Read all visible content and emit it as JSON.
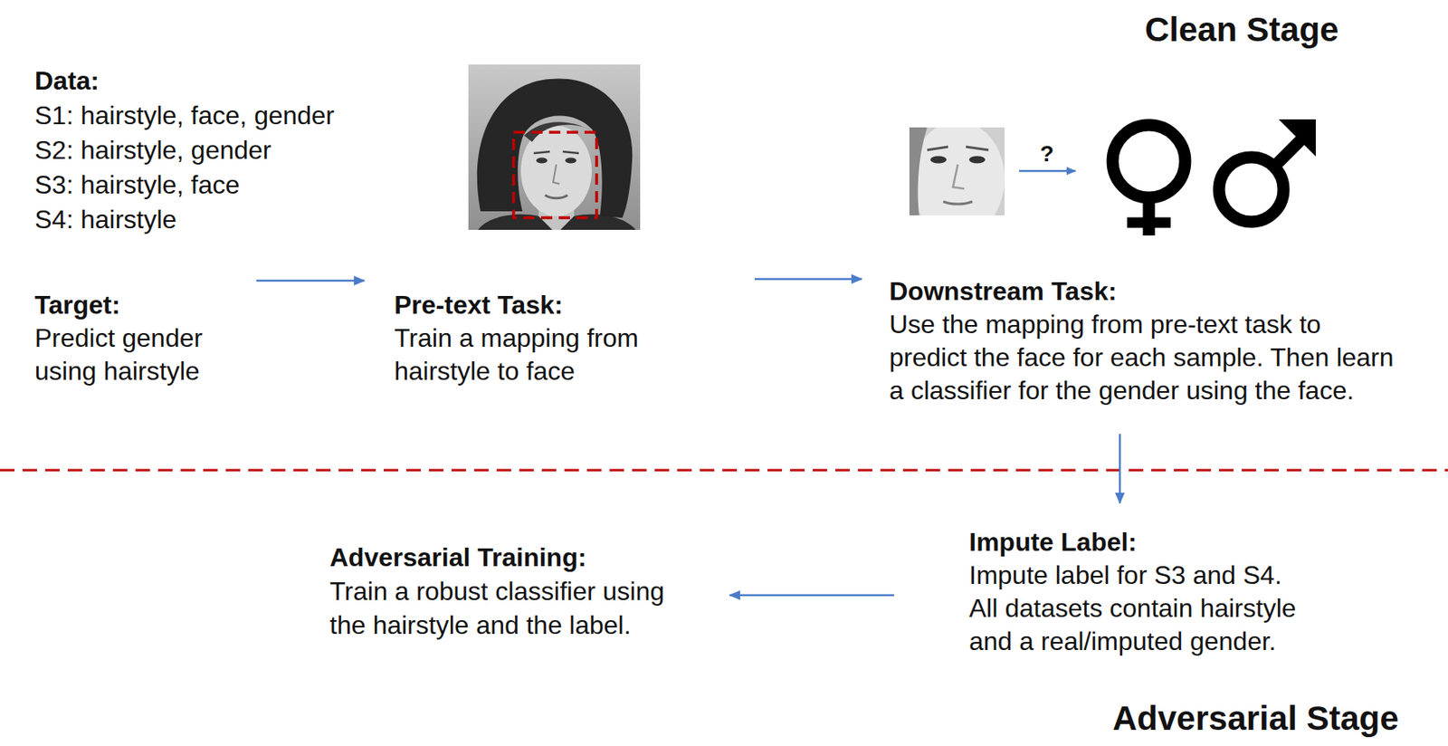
{
  "diagram": {
    "nodes": [
      {
        "text": [
          "Data:",
          "S1: hairstyle, face, gender",
          "S2: hairstyle, gender",
          "S3: hairstyle, face",
          "S4: hairstyle"
        ]
      },
      {
        "text": [
          "Target:",
          "Predict gender using hairstyle"
        ]
      },
      {
        "text": [
          "Pre-text Task:",
          "Train a mapping from hairstyle to face"
        ]
      },
      {
        "text": [
          "Downstream Task:",
          "Use the mapping from pre-text task to predict the face for each sample. Then learn a classifier for the gender using the face."
        ]
      },
      {
        "text": [
          "Impute Label:",
          "Impute label for S3 and S4. All datasets contain hairstyle and a real/imputed gender."
        ]
      },
      {
        "text": [
          "Adversarial Training:",
          "Train a robust classifier using the hairstyle and the label."
        ]
      }
    ],
    "edges": [
      {
        "from": 1,
        "to": 2,
        "arrow": "to"
      },
      {
        "from": 2,
        "to": 3,
        "arrow": "to"
      },
      {
        "from": 3,
        "to": 4,
        "arrow": "to"
      },
      {
        "from": 4,
        "to": 5,
        "arrow": "to"
      }
    ],
    "labels": [
      "Clean Stage",
      "?",
      "Adversarial Stage"
    ]
  }
}
